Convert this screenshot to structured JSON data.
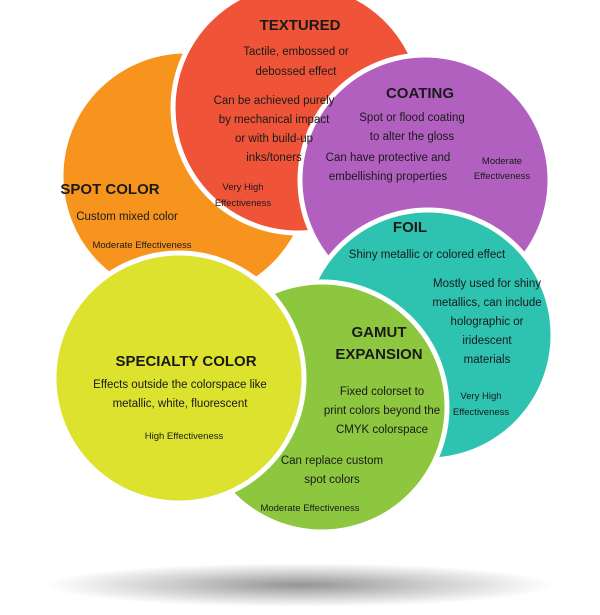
{
  "petals": [
    {
      "id": "textured",
      "color": "#ef5438",
      "title": [
        "TEXTURED"
      ],
      "description": [
        "Tactile, embossed or",
        "debossed effect"
      ],
      "detail": [
        "Can be achieved purely",
        "by mechanical impact",
        "or with build-up",
        "inks/toners"
      ],
      "effectiveness": [
        "Very High",
        "Effectiveness"
      ]
    },
    {
      "id": "coating",
      "color": "#b160c0",
      "title": [
        "COATING"
      ],
      "description": [
        "Spot or flood coating",
        "to alter the gloss"
      ],
      "detail": [
        "Can have protective and",
        "embellishing properties"
      ],
      "effectiveness": [
        "Moderate",
        "Effectiveness"
      ]
    },
    {
      "id": "foil",
      "color": "#2ec2b0",
      "title": [
        "FOIL"
      ],
      "description": [
        "Shiny metallic or colored effect"
      ],
      "detail": [
        "Mostly used for shiny",
        "metallics, can include",
        "holographic or",
        "iridescent",
        "materials"
      ],
      "effectiveness": [
        "Very High",
        "Effectiveness"
      ]
    },
    {
      "id": "gamut-expansion",
      "color": "#8dc63f",
      "title": [
        "GAMUT",
        "EXPANSION"
      ],
      "description": [
        "Fixed colorset to",
        "print colors beyond the",
        "CMYK colorspace"
      ],
      "detail": [
        "Can replace custom",
        "spot colors"
      ],
      "effectiveness": [
        "Moderate Effectiveness"
      ]
    },
    {
      "id": "specialty-color",
      "color": "#dde22e",
      "title": [
        "SPECIALTY COLOR"
      ],
      "description": [
        "Effects outside the colorspace like",
        "metallic, white, fluorescent"
      ],
      "detail": [],
      "effectiveness": [
        "High Effectiveness"
      ]
    },
    {
      "id": "spot-color",
      "color": "#f7941d",
      "title": [
        "SPOT COLOR"
      ],
      "description": [
        "Custom mixed color"
      ],
      "detail": [],
      "effectiveness": [
        "Moderate Effectiveness"
      ]
    }
  ]
}
